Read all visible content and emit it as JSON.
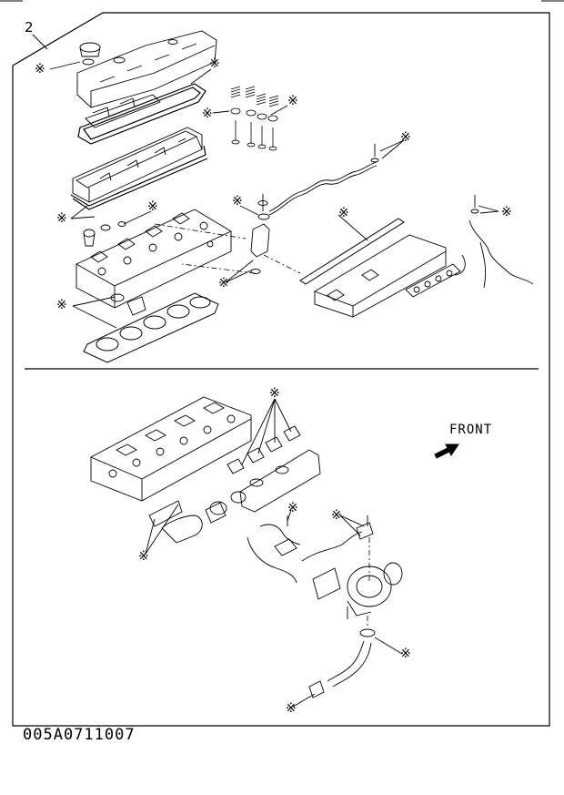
{
  "diagram": {
    "item_number": "2",
    "front_label": "FRONT",
    "document_code": "005A0711007",
    "callout_mark": "※",
    "callout_count": 18
  }
}
